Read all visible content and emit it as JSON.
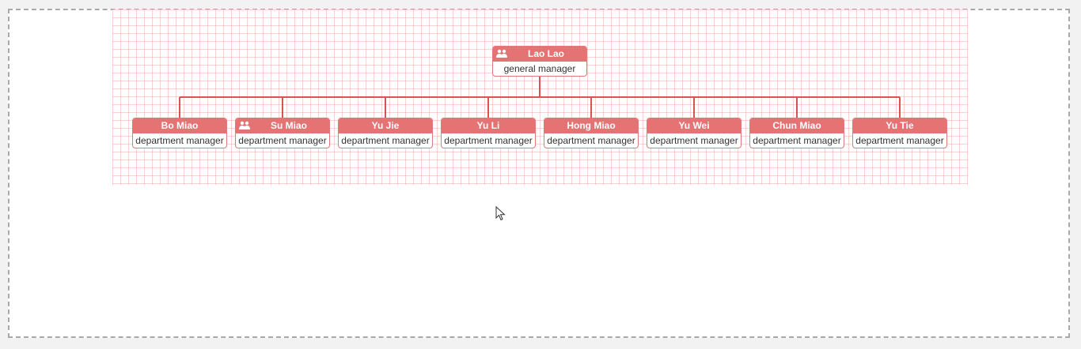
{
  "colors": {
    "accent": "#e57373",
    "grid": "#f0b5b5",
    "connector": "#d9534f",
    "frame": "#a9a9a9"
  },
  "root": {
    "name": "Lao Lao",
    "title": "general manager",
    "icon": "users-icon"
  },
  "children": [
    {
      "name": "Bo Miao",
      "title": "department manager"
    },
    {
      "name": "Su Miao",
      "title": "department manager",
      "icon": "users-icon"
    },
    {
      "name": "Yu Jie",
      "title": "department manager"
    },
    {
      "name": "Yu Li",
      "title": "department manager"
    },
    {
      "name": "Hong Miao",
      "title": "department manager"
    },
    {
      "name": "Yu Wei",
      "title": "department manager"
    },
    {
      "name": "Chun Miao",
      "title": "department manager"
    },
    {
      "name": "Yu Tie",
      "title": "department manager"
    }
  ]
}
